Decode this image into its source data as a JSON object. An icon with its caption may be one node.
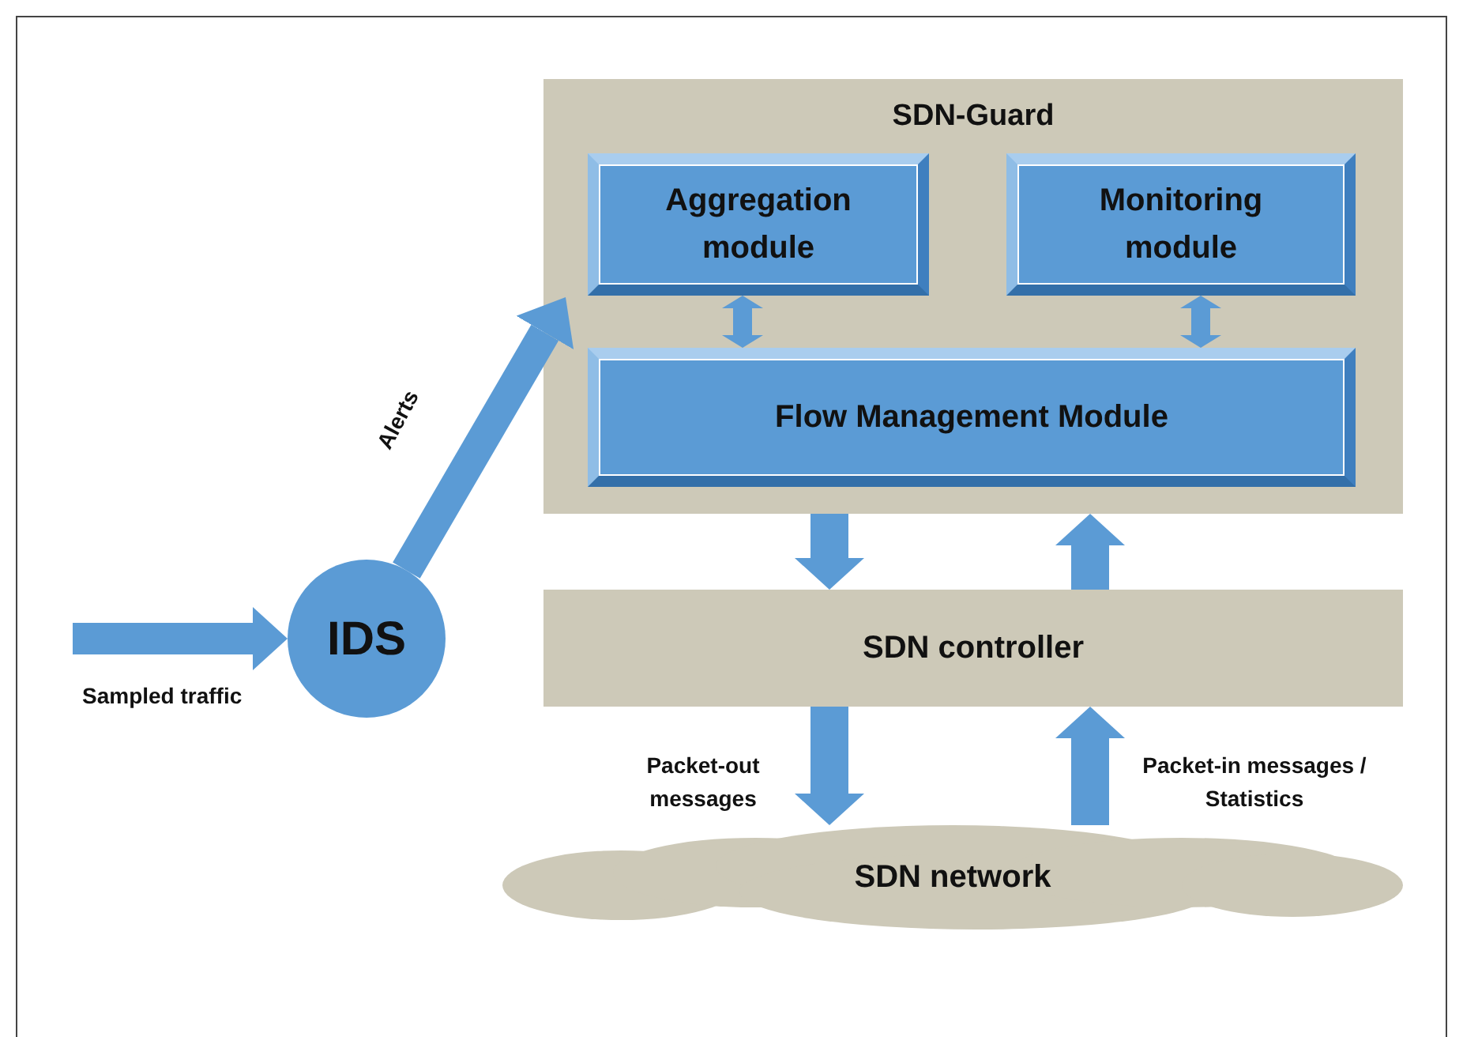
{
  "diagram": {
    "nodes": [
      {
        "text": [
          "SDN-Guard"
        ]
      },
      {
        "text": [
          "Aggregation module"
        ],
        "in": 0
      },
      {
        "text": [
          "Monitoring module"
        ],
        "in": 0
      },
      {
        "text": [
          "Flow Management Module"
        ],
        "in": 0
      },
      {
        "text": [
          "SDN controller"
        ]
      },
      {
        "text": [
          "IDS"
        ]
      },
      {
        "text": [
          "SDN network"
        ]
      }
    ],
    "edges": [
      {
        "from": null,
        "to": 5,
        "arrow": "to",
        "label": "Sampled traffic"
      },
      {
        "from": 5,
        "to": 0,
        "arrow": "to",
        "label": "Alerts"
      },
      {
        "from": 1,
        "to": 3,
        "arrow": "both"
      },
      {
        "from": 2,
        "to": 3,
        "arrow": "both"
      },
      {
        "from": 0,
        "to": 4,
        "arrow": "to"
      },
      {
        "from": 4,
        "to": 0,
        "arrow": "to"
      },
      {
        "from": 4,
        "to": 6,
        "arrow": "to",
        "label": "Packet-out messages"
      },
      {
        "from": 6,
        "to": 4,
        "arrow": "to",
        "label": "Packet-in messages / Statistics"
      }
    ]
  }
}
